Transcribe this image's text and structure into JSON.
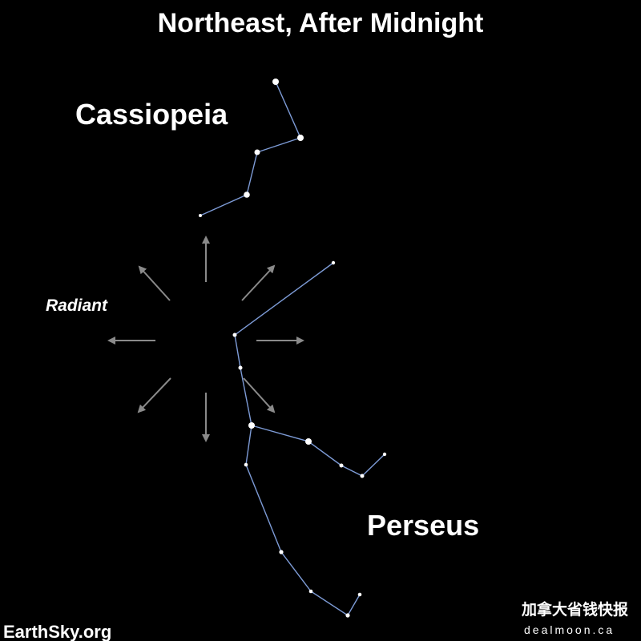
{
  "title": "Northeast, After Midnight",
  "labels": {
    "cassiopeia": "Cassiopeia",
    "perseus": "Perseus",
    "radiant": "Radiant"
  },
  "credits": {
    "earthsky": "EarthSky.org",
    "watermark_cn": "加拿大省钱快报",
    "watermark_en": "dealmoon.ca"
  },
  "colors": {
    "background": "#000000",
    "constellation_line": "#7d9bd6",
    "star": "#ffffff",
    "arrow": "#8a8a8a",
    "text": "#ffffff"
  }
}
